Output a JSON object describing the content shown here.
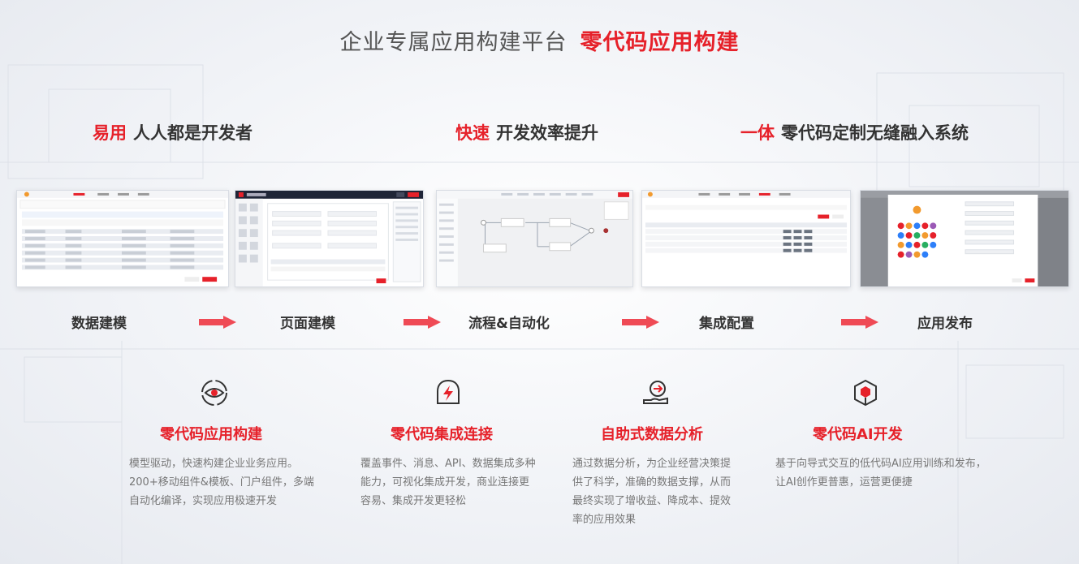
{
  "page": {
    "title_main": "企业专属应用构建平台",
    "title_accent": "零代码应用构建"
  },
  "features": [
    {
      "key": "易用",
      "text": "人人都是开发者"
    },
    {
      "key": "快速",
      "text": "开发效率提升"
    },
    {
      "key": "一体",
      "text": "零代码定制无缝融入系统"
    }
  ],
  "steps": [
    "数据建模",
    "页面建模",
    "流程&自动化",
    "集成配置",
    "应用发布"
  ],
  "cards": [
    {
      "icon": "eye-target-icon",
      "title": "零代码应用构建",
      "desc_lines": [
        "模型驱动，快速构建企业业务应用。",
        "200+移动组件&模板、门户组件，多端",
        "自动化编译，实现应用极速开发"
      ]
    },
    {
      "icon": "lightning-shield-icon",
      "title": "零代码集成连接",
      "desc_lines": [
        "覆盖事件、消息、API、数据集成多种",
        "能力，可视化集成开发，商业连接更",
        "容易、集成开发更轻松"
      ]
    },
    {
      "icon": "hand-data-icon",
      "title": "自助式数据分析",
      "desc_lines": [
        "通过数据分析，为企业经营决策提",
        "供了科学，准确的数据支撑，从而",
        "最终实现了增收益、降成本、提效",
        "率的应用效果"
      ]
    },
    {
      "icon": "cube-icon",
      "title": "零代码AI开发",
      "desc_lines": [
        "基于向导式交互的低代码AI应用训练和发布，",
        "让AI创作更普惠，运营更便捷"
      ]
    }
  ],
  "colors": {
    "accent": "#e6212a",
    "arrow": "#ef4a55"
  }
}
